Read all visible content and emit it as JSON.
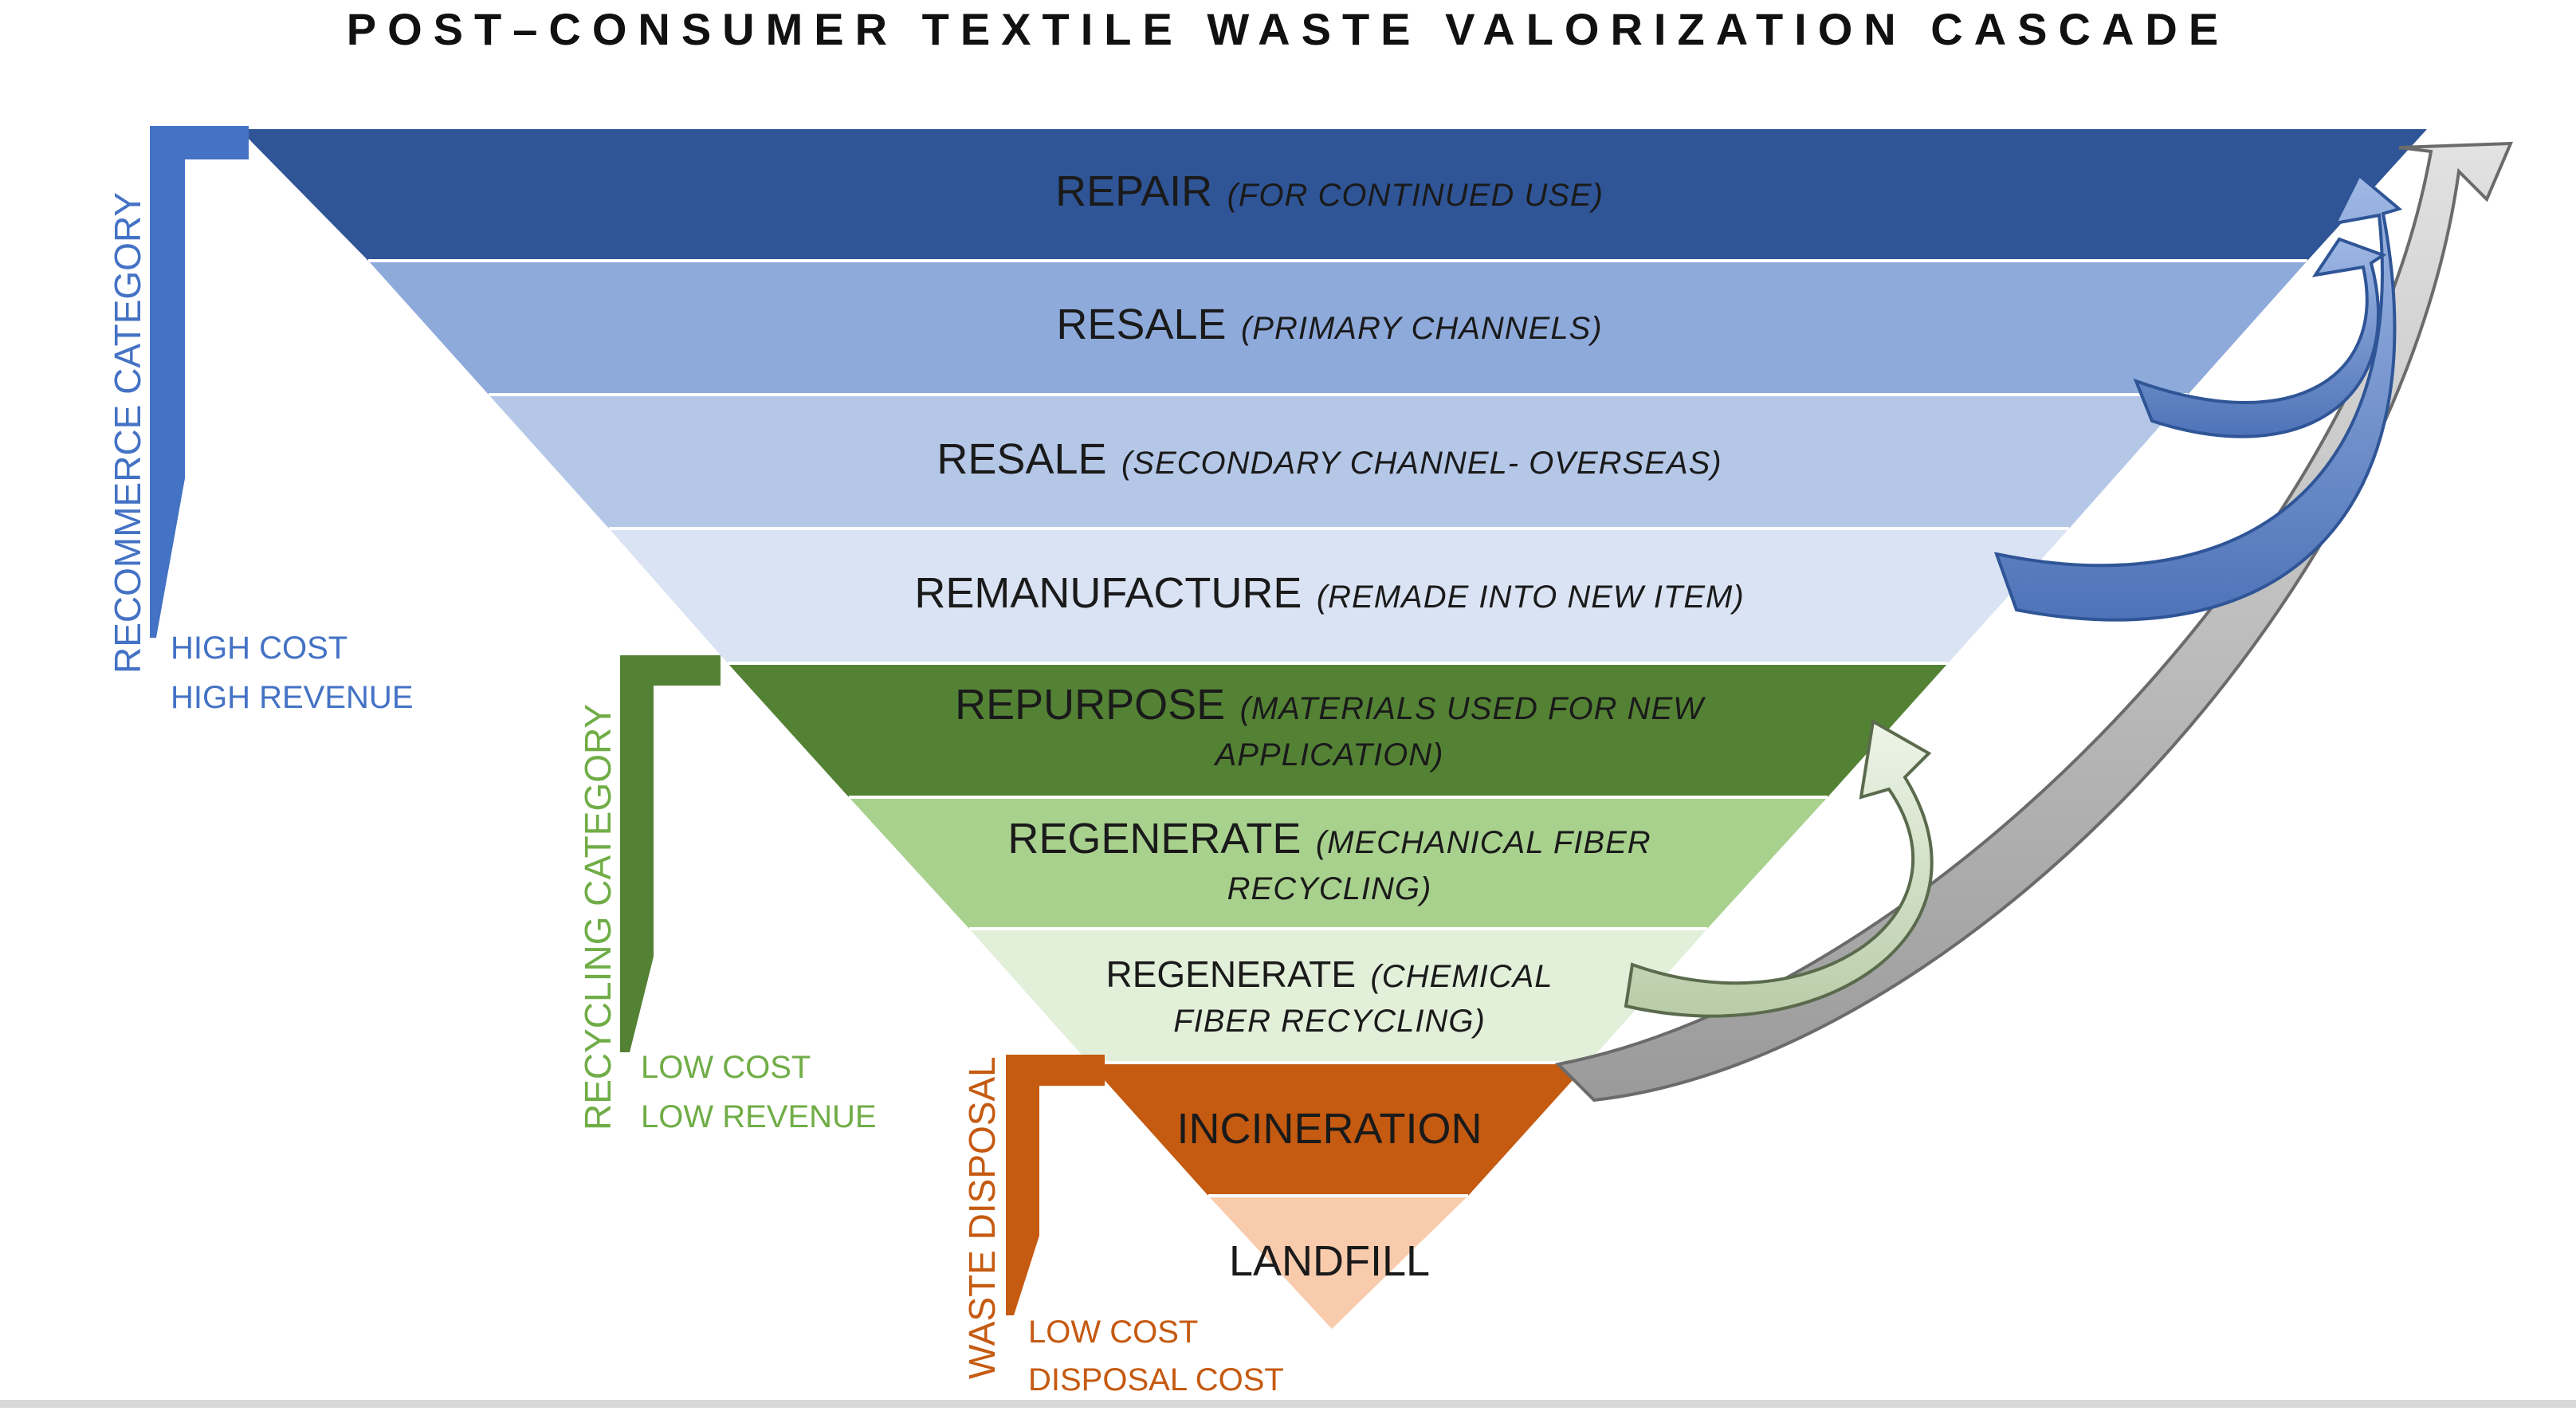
{
  "title": "POST–CONSUMER TEXTILE WASTE VALORIZATION CASCADE",
  "colors": {
    "title": "#111111",
    "recommerce": "#4472c4",
    "recycling": "#70ad47",
    "recycling_label": "#548235",
    "disposal": "#c55a11",
    "arrow_blue": "#6f93d1",
    "arrow_green": "#d8e6cc",
    "arrow_grey": "#b8b8b8",
    "text_dark": "#1a1a1a",
    "text_light": "#ffffff"
  },
  "levels": [
    {
      "name": "REPAIR",
      "sub_1": "(FOR CONTINUED USE)",
      "sub_2": "",
      "fill": "#2f5597"
    },
    {
      "name": "RESALE",
      "sub_1": "(PRIMARY CHANNELS)",
      "sub_2": "",
      "fill": "#8eaadb"
    },
    {
      "name": "RESALE",
      "sub_1": "(SECONDARY CHANNEL- OVERSEAS)",
      "sub_2": "",
      "fill": "#b4c7e7"
    },
    {
      "name": "REMANUFACTURE",
      "sub_1": "(REMADE INTO NEW ITEM)",
      "sub_2": "",
      "fill": "#dae3f3"
    },
    {
      "name": "REPURPOSE",
      "sub_1": "(MATERIALS USED FOR NEW",
      "sub_2": "APPLICATION)",
      "fill": "#548235"
    },
    {
      "name": "REGENERATE",
      "sub_1": "(MECHANICAL FIBER",
      "sub_2": "RECYCLING)",
      "fill": "#a9d18e"
    },
    {
      "name": "REGENERATE",
      "sub_1": "(CHEMICAL",
      "sub_2": "FIBER RECYCLING)",
      "fill": "#e2efd9"
    },
    {
      "name": "INCINERATION",
      "sub_1": "",
      "sub_2": "",
      "fill": "#c55a11"
    },
    {
      "name": "LANDFILL",
      "sub_1": "",
      "sub_2": "",
      "fill": "#f8cbad"
    }
  ],
  "categories": {
    "recommerce": {
      "label": "RECOMMERCE CATEGORY",
      "cost_1": "HIGH COST",
      "cost_2": "HIGH REVENUE"
    },
    "recycling": {
      "label": "RECYCLING CATEGORY",
      "cost_1": "LOW COST",
      "cost_2": "LOW REVENUE"
    },
    "disposal": {
      "label": "WASTE DISPOSAL",
      "cost_1": "LOW COST",
      "cost_2": "DISPOSAL COST"
    }
  }
}
